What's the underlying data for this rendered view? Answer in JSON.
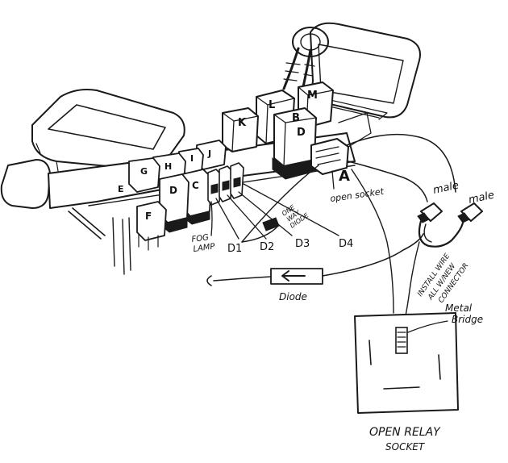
{
  "labels": {
    "relay_a": "A",
    "relay_b": "B",
    "relay_c": "C",
    "relay_d": "D",
    "relay_e": "E",
    "relay_f": "F",
    "relay_g": "G",
    "relay_h": "H",
    "relay_i": "I",
    "relay_j": "J",
    "relay_k": "K",
    "relay_l": "L",
    "relay_m": "M",
    "fog_lamp_line1": "FOG",
    "fog_lamp_line2": "LAMP",
    "d1": "D1",
    "d2": "D2",
    "d3": "D3",
    "d4": "D4",
    "one_way_line1": "ONE",
    "one_way_line2": "WAY",
    "one_way_line3": "DIODE",
    "open_socket": "open socket",
    "male_1": "male",
    "male_2": "male",
    "install_line1": "INSTALL WIRE",
    "install_line2": "ALL W/NEW",
    "install_line3": "CONNECTOR",
    "metal_bridge_line1": "Metal",
    "metal_bridge_line2": "Bridge",
    "diode": "Diode",
    "relay_socket_line1": "OPEN RELAY",
    "relay_socket_line2": "SOCKET"
  },
  "colors": {
    "ink": "#1a1a1a",
    "paper": "#ffffff"
  }
}
